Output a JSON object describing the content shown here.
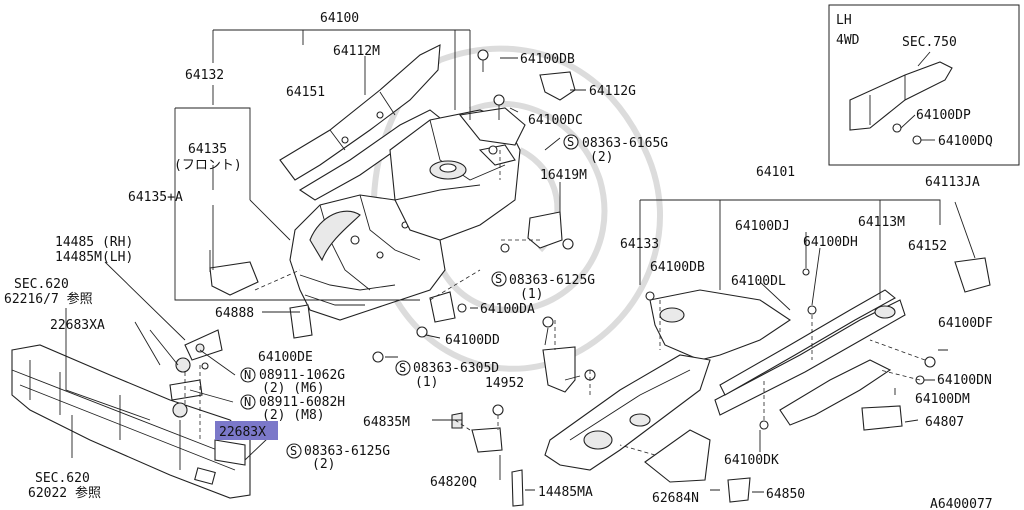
{
  "diagram_id": "A6400077",
  "inset": {
    "title_line1": "LH",
    "title_line2": "4WD",
    "parts": [
      {
        "text": "SEC.750"
      },
      {
        "text": "64100DP"
      },
      {
        "text": "64100DQ"
      }
    ]
  },
  "callouts": {
    "p64100": "64100",
    "p64112M": "64112M",
    "p64132": "64132",
    "p64151": "64151",
    "p64135": "64135",
    "p64135_sub": "(フロント)",
    "p64135A": "64135+A",
    "p14485_rh": "14485 (RH)",
    "p14485_lh": "14485M(LH)",
    "sec620a": "SEC.620",
    "sec620a_sub": "62216/7 参照",
    "p22683XA": "22683XA",
    "p22683X": "22683X",
    "sec620b": "SEC.620",
    "sec620b_sub": "62022 参照",
    "p64100DB_top": "64100DB",
    "p64112G": "64112G",
    "p64100DC": "64100DC",
    "s08363_6165G": "08363-6165G",
    "s08363_6165G_qty": "(2)",
    "p16419M": "16419M",
    "p64101": "64101",
    "p64113JA": "64113JA",
    "p64133": "64133",
    "p64100DJ": "64100DJ",
    "p64113M": "64113M",
    "p64100DH": "64100DH",
    "p64152": "64152",
    "p64100DB_mid": "64100DB",
    "p64100DL": "64100DL",
    "s08363_6125G_a": "08363-6125G",
    "s08363_6125G_a_qty": "(1)",
    "p64100DA": "64100DA",
    "p64888": "64888",
    "p64100DD": "64100DD",
    "p64100DE": "64100DE",
    "n08911_1062G": "08911-1062G",
    "n08911_1062G_qty": "(2) (M6)",
    "n08911_6082H": "08911-6082H",
    "n08911_6082H_qty": "(2) (M8)",
    "s08363_6305D": "08363-6305D",
    "s08363_6305D_qty": "(1)",
    "p14952": "14952",
    "p64835M": "64835M",
    "s08363_6125G_b": "08363-6125G",
    "s08363_6125G_b_qty": "(2)",
    "p64100DF": "64100DF",
    "p64100DN": "64100DN",
    "p64100DM": "64100DM",
    "p64807": "64807",
    "p64100DK": "64100DK",
    "p64820Q": "64820Q",
    "p14485MA": "14485MA",
    "p62684N": "62684N",
    "p64850": "64850"
  },
  "symbols": {
    "screw_mark": "S",
    "nut_mark": "N"
  },
  "highlight_color": "#7b78c9"
}
